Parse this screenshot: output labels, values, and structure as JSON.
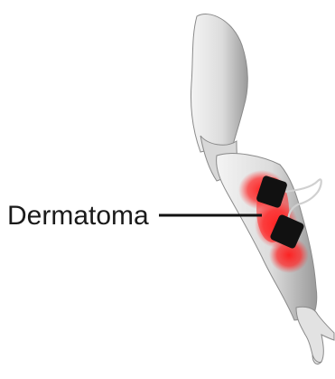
{
  "annotation": {
    "label": "Dermatoma"
  },
  "icons": {
    "arm": "arm-illustration",
    "electrode_upper": "electrode-pad-icon",
    "electrode_lower": "electrode-pad-icon",
    "lead_wire": "lead-wire-icon",
    "highlight": "dermatome-highlight"
  },
  "colors": {
    "skin": "#e6e6e6",
    "skin_shadow": "#bdbdbd",
    "highlight": "#ff2020",
    "electrode": "#101010",
    "wire": "#cfcfcf",
    "pointer_line": "#111111",
    "label_text": "#1a1a1a"
  }
}
